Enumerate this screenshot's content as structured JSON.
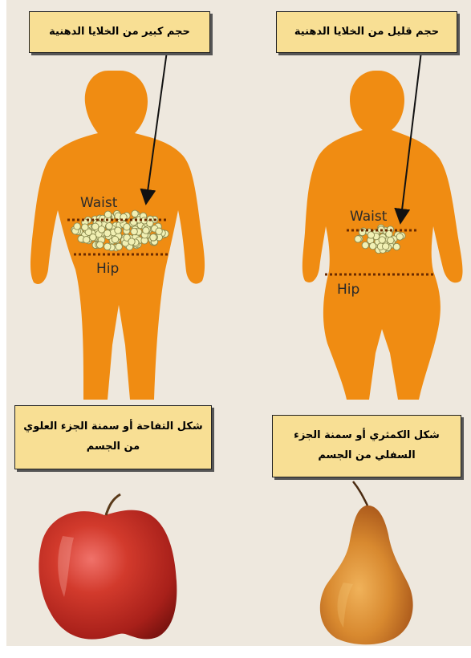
{
  "labels": {
    "large_fat": "حجم كبير من الخلايا الدهنية",
    "small_fat": "حجم قليل من الخلايا الدهنية",
    "apple_shape": "شكل التفاحة أو سمنة الجزء العلوي من الجسم",
    "pear_shape": "شكل الكمثري أو سمنة الجزء السفلي من الجسم"
  },
  "figure_left": {
    "waist": "Waist",
    "hip": "Hip"
  },
  "figure_right": {
    "waist": "Waist",
    "hip": "Hip"
  },
  "colors": {
    "body": "#f08c12",
    "fat_cell": "#f1f0b4",
    "label_bg": "#f8df94",
    "apple": "#c8241c",
    "pear": "#cf7a2a"
  }
}
